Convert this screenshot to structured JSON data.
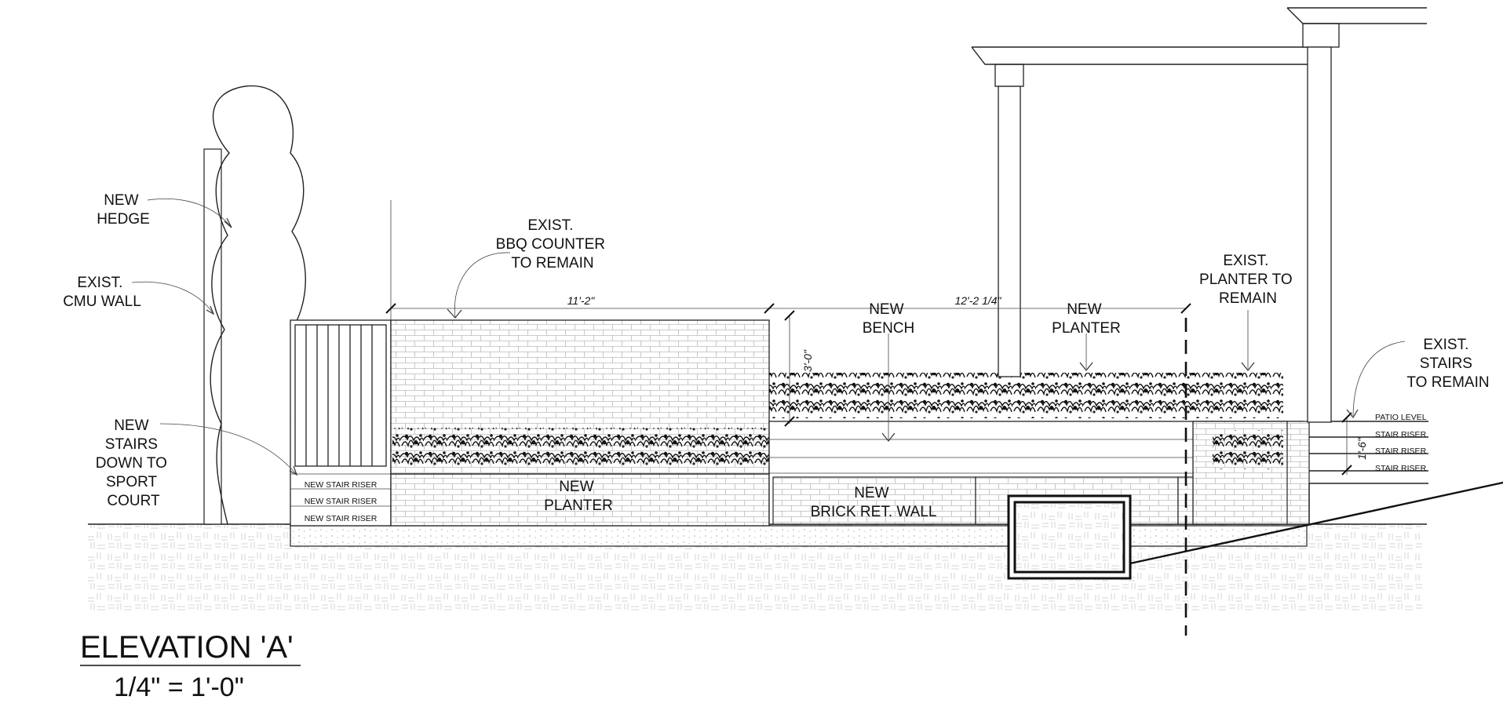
{
  "drawing": {
    "title": "ELEVATION 'A'",
    "scale": "1/4\" = 1'-0\"",
    "labels": {
      "new_hedge": [
        "NEW",
        "HEDGE"
      ],
      "exist_cmu_wall": [
        "EXIST.",
        "CMU WALL"
      ],
      "new_stairs": [
        "NEW",
        "STAIRS",
        "DOWN TO",
        "SPORT",
        "COURT"
      ],
      "exist_bbq": [
        "EXIST.",
        "BBQ COUNTER",
        "TO REMAIN"
      ],
      "new_bench": [
        "NEW",
        "BENCH"
      ],
      "new_planter_top": [
        "NEW",
        "PLANTER"
      ],
      "exist_planter": [
        "EXIST.",
        "PLANTER TO",
        "REMAIN"
      ],
      "exist_stairs": [
        "EXIST.",
        "STAIRS",
        "TO REMAIN"
      ],
      "new_planter_low": [
        "NEW",
        "PLANTER"
      ],
      "new_brick_wall": [
        "NEW",
        "BRICK RET. WALL"
      ]
    },
    "stair_risers_left": [
      "NEW STAIR RISER",
      "NEW STAIR RISER",
      "NEW STAIR RISER"
    ],
    "stair_risers_right": [
      "PATIO LEVEL",
      "STAIR RISER",
      "STAIR RISER",
      "STAIR RISER"
    ],
    "dimensions": {
      "bbq_width": "11'-2\"",
      "bench_width": "12'-2 1/4\"",
      "bench_height": "3'-0\"",
      "stair_height": "1'-6\""
    }
  }
}
